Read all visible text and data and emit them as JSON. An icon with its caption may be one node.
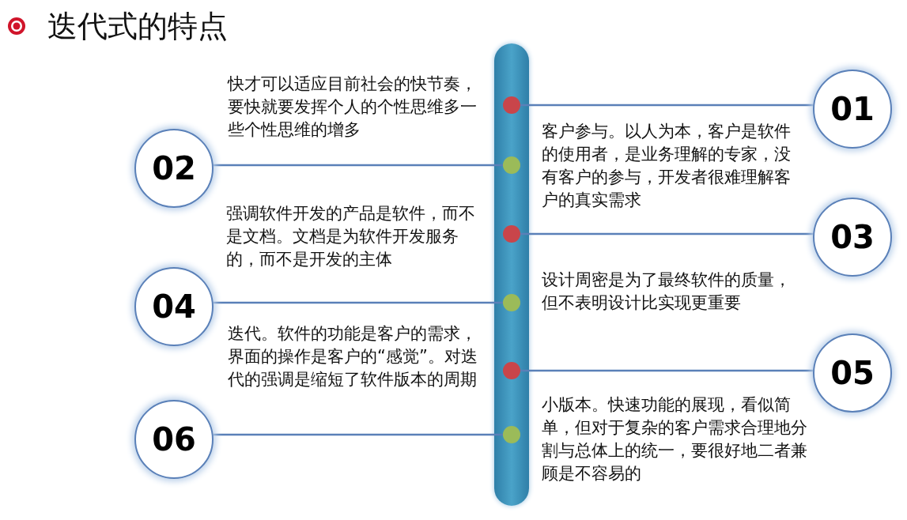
{
  "diagram": {
    "title": "迭代式的特点",
    "nodes": [
      {
        "text": [],
        "shape": "bar"
      },
      {
        "text": [],
        "shape": "circle",
        "in": 0
      },
      {
        "text": [],
        "shape": "circle",
        "in": 0
      },
      {
        "text": [],
        "shape": "circle",
        "in": 0
      },
      {
        "text": [],
        "shape": "circle",
        "in": 0
      },
      {
        "text": [],
        "shape": "circle",
        "in": 0
      },
      {
        "text": [],
        "shape": "circle",
        "in": 0
      },
      {
        "text": [
          "01"
        ],
        "beside": [
          "客户参与。以人为本，客户是软件的使用者，是业务理解的专家，没有客户的参与，开发者很难理解客户的真实需求"
        ]
      },
      {
        "text": [
          "02"
        ],
        "beside": [
          "快才可以适应目前社会的快节奏，要快就要发挥个人的个性思维多一些个性思维的增多"
        ]
      },
      {
        "text": [
          "03"
        ],
        "beside": [
          "设计周密是为了最终软件的质量，但不表明设计比实现更重要"
        ]
      },
      {
        "text": [
          "04"
        ],
        "beside": [
          "强调软件开发的产品是软件，而不是文档。文档是为软件开发服务的，而不是开发的主体"
        ]
      },
      {
        "text": [
          "05"
        ],
        "beside": [
          "小版本。快速功能的展现，看似简单，但对于复杂的客户需求合理地分割与总体上的统一，要很好地二者兼顾是不容易的"
        ]
      },
      {
        "text": [
          "06"
        ],
        "beside": [
          "迭代。软件的功能是客户的需求，界面的操作是客户的“感觉”。对迭代的强调是缩短了软件版本的周期"
        ]
      }
    ],
    "edges": [
      {
        "from": 7,
        "to": 1,
        "arrow": "none"
      },
      {
        "from": 8,
        "to": 2,
        "arrow": "none"
      },
      {
        "from": 9,
        "to": 3,
        "arrow": "none"
      },
      {
        "from": 10,
        "to": 4,
        "arrow": "none"
      },
      {
        "from": 11,
        "to": 5,
        "arrow": "none"
      },
      {
        "from": 12,
        "to": 6,
        "arrow": "none"
      }
    ]
  }
}
